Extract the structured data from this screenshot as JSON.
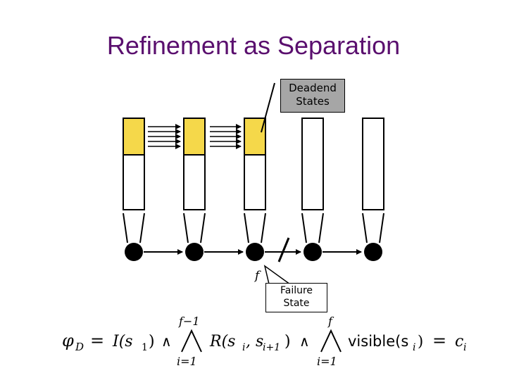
{
  "title": "Refinement as Separation",
  "deadend_label": {
    "line1": "Deadend",
    "line2": "States"
  },
  "failure_label": {
    "line1": "Failure",
    "line2": "State"
  },
  "failure_symbol": "f",
  "formula": {
    "lhs_phi": "φ",
    "lhs_sub": "D",
    "eq1": "=",
    "I_term": "I(s",
    "I_sub": "1",
    "I_close": ")",
    "and1": "∧",
    "big_and1_upper": "f−1",
    "big_and1_lower": "i=1",
    "R_term": "R(s",
    "R_sub1": "i",
    "R_comma": ", s",
    "R_sub2": "i+1",
    "R_close": ")",
    "and2": "∧",
    "big_and2_upper": "f",
    "big_and2_lower": "i=1",
    "visible": "visible(s",
    "vis_sub": "i",
    "vis_close": ")",
    "eq2": "=",
    "c": "c",
    "c_sub": "i"
  },
  "colors": {
    "title": "#5a0f6e",
    "deadend_fill": "#f5d84a",
    "deadend_box": "#a6a6a6"
  }
}
